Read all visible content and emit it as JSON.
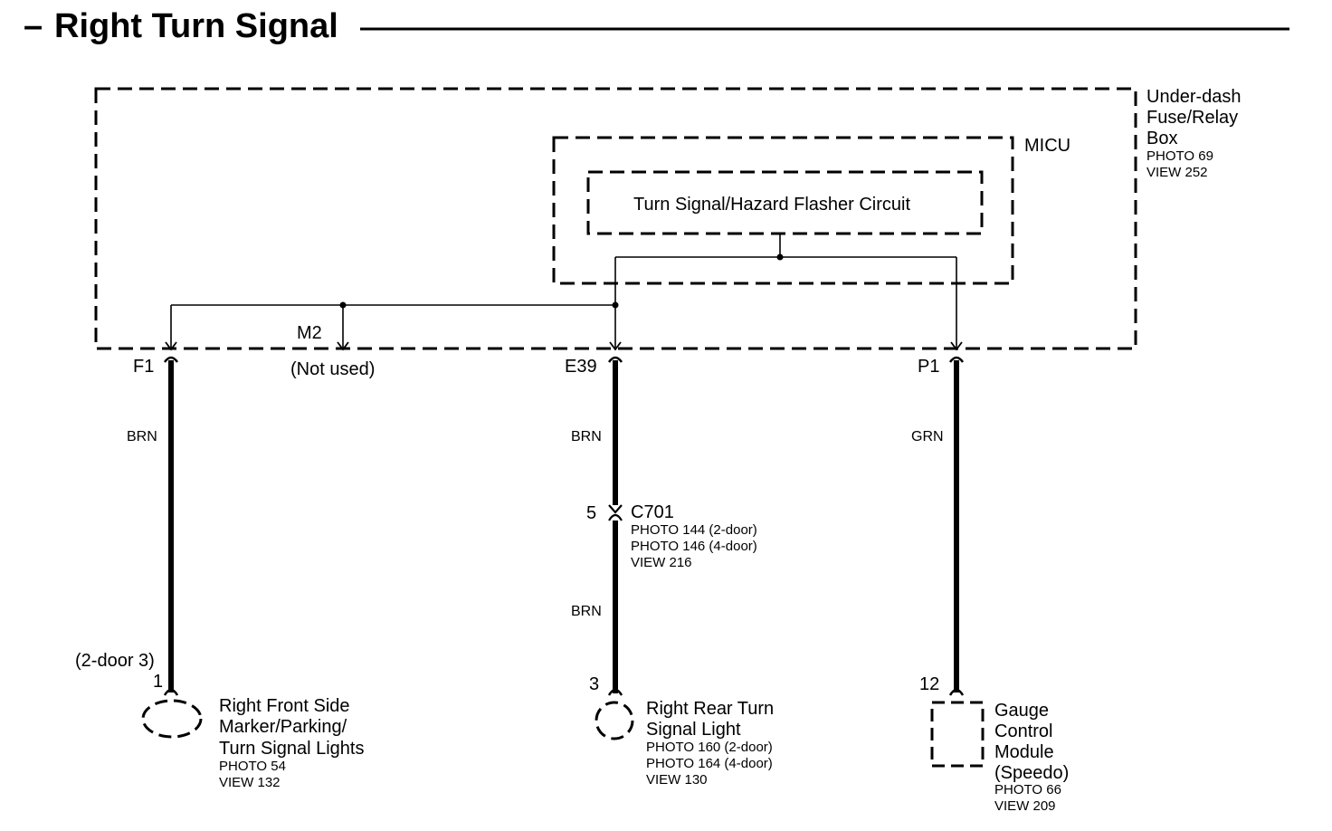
{
  "title": "Right Turn Signal",
  "title_dash": "–",
  "underdash_box": {
    "lines": [
      "Under-dash",
      "Fuse/Relay",
      "Box"
    ],
    "photo": "PHOTO 69",
    "view": "VIEW 252"
  },
  "micu": {
    "label": "MICU"
  },
  "flasher": {
    "label": "Turn Signal/Hazard Flasher Circuit"
  },
  "terminals": {
    "f1": "F1",
    "m2": "M2",
    "m2_note": "(Not used)",
    "e39": "E39",
    "p1": "P1"
  },
  "wire_colors": {
    "f1": "BRN",
    "e39_upper": "BRN",
    "e39_lower": "BRN",
    "p1": "GRN"
  },
  "connector_c701": {
    "pin": "5",
    "name": "C701",
    "photo_2door": "PHOTO 144 (2-door)",
    "photo_4door": "PHOTO 146 (4-door)",
    "view": "VIEW 216"
  },
  "front_light": {
    "pin_note": "(2-door 3)",
    "pin": "1",
    "lines": [
      "Right Front Side",
      "Marker/Parking/",
      "Turn Signal Lights"
    ],
    "photo": "PHOTO 54",
    "view": "VIEW 132"
  },
  "rear_light": {
    "pin": "3",
    "lines": [
      "Right Rear Turn",
      "Signal Light"
    ],
    "photo_2door": "PHOTO 160 (2-door)",
    "photo_4door": "PHOTO 164 (4-door)",
    "view": "VIEW 130"
  },
  "gauge": {
    "pin": "12",
    "lines": [
      "Gauge",
      "Control",
      "Module",
      "(Speedo)"
    ],
    "photo": "PHOTO 66",
    "view": "VIEW 209"
  }
}
